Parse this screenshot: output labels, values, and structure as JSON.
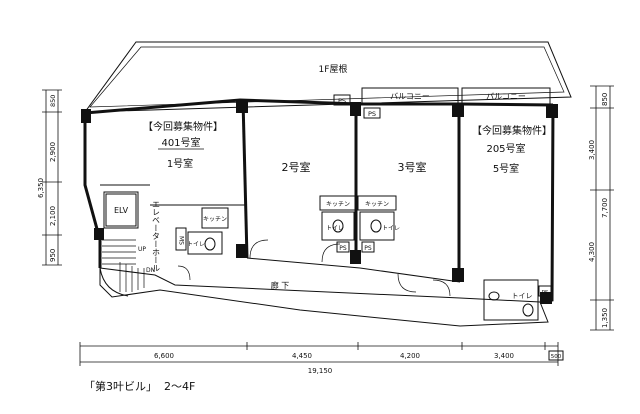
{
  "roof_label": "1F屋根",
  "balconies": [
    "バルコニー",
    "バルコニー"
  ],
  "ps_labels": [
    "PS",
    "PS",
    "PS",
    "PS",
    "PS"
  ],
  "recruit_label": "【今回募集物件】",
  "units": {
    "room1": {
      "recruit": "【今回募集物件】",
      "number": "401号室",
      "name": "1号室"
    },
    "room2": {
      "name": "2号室"
    },
    "room3": {
      "name": "3号室"
    },
    "room5": {
      "recruit": "【今回募集物件】",
      "number": "205号室",
      "name": "5号室"
    }
  },
  "kitchen": "キッチン",
  "toilet": "トイレ",
  "elv": "ELV",
  "elevator_hall": "エレベーターホール",
  "ms": "MS",
  "up": "UP",
  "dn": "DN",
  "corridor": "廊  下",
  "left_dims": [
    "850",
    "2,900",
    "2,100",
    "950",
    "6,350"
  ],
  "right_dims": [
    "850",
    "3,400",
    "7,700",
    "4,300",
    "1,350"
  ],
  "bottom_dims": [
    "6,600",
    "4,450",
    "4,200",
    "3,400",
    "500",
    "19,150"
  ],
  "caption": "「第3叶ビル」  2～4F"
}
